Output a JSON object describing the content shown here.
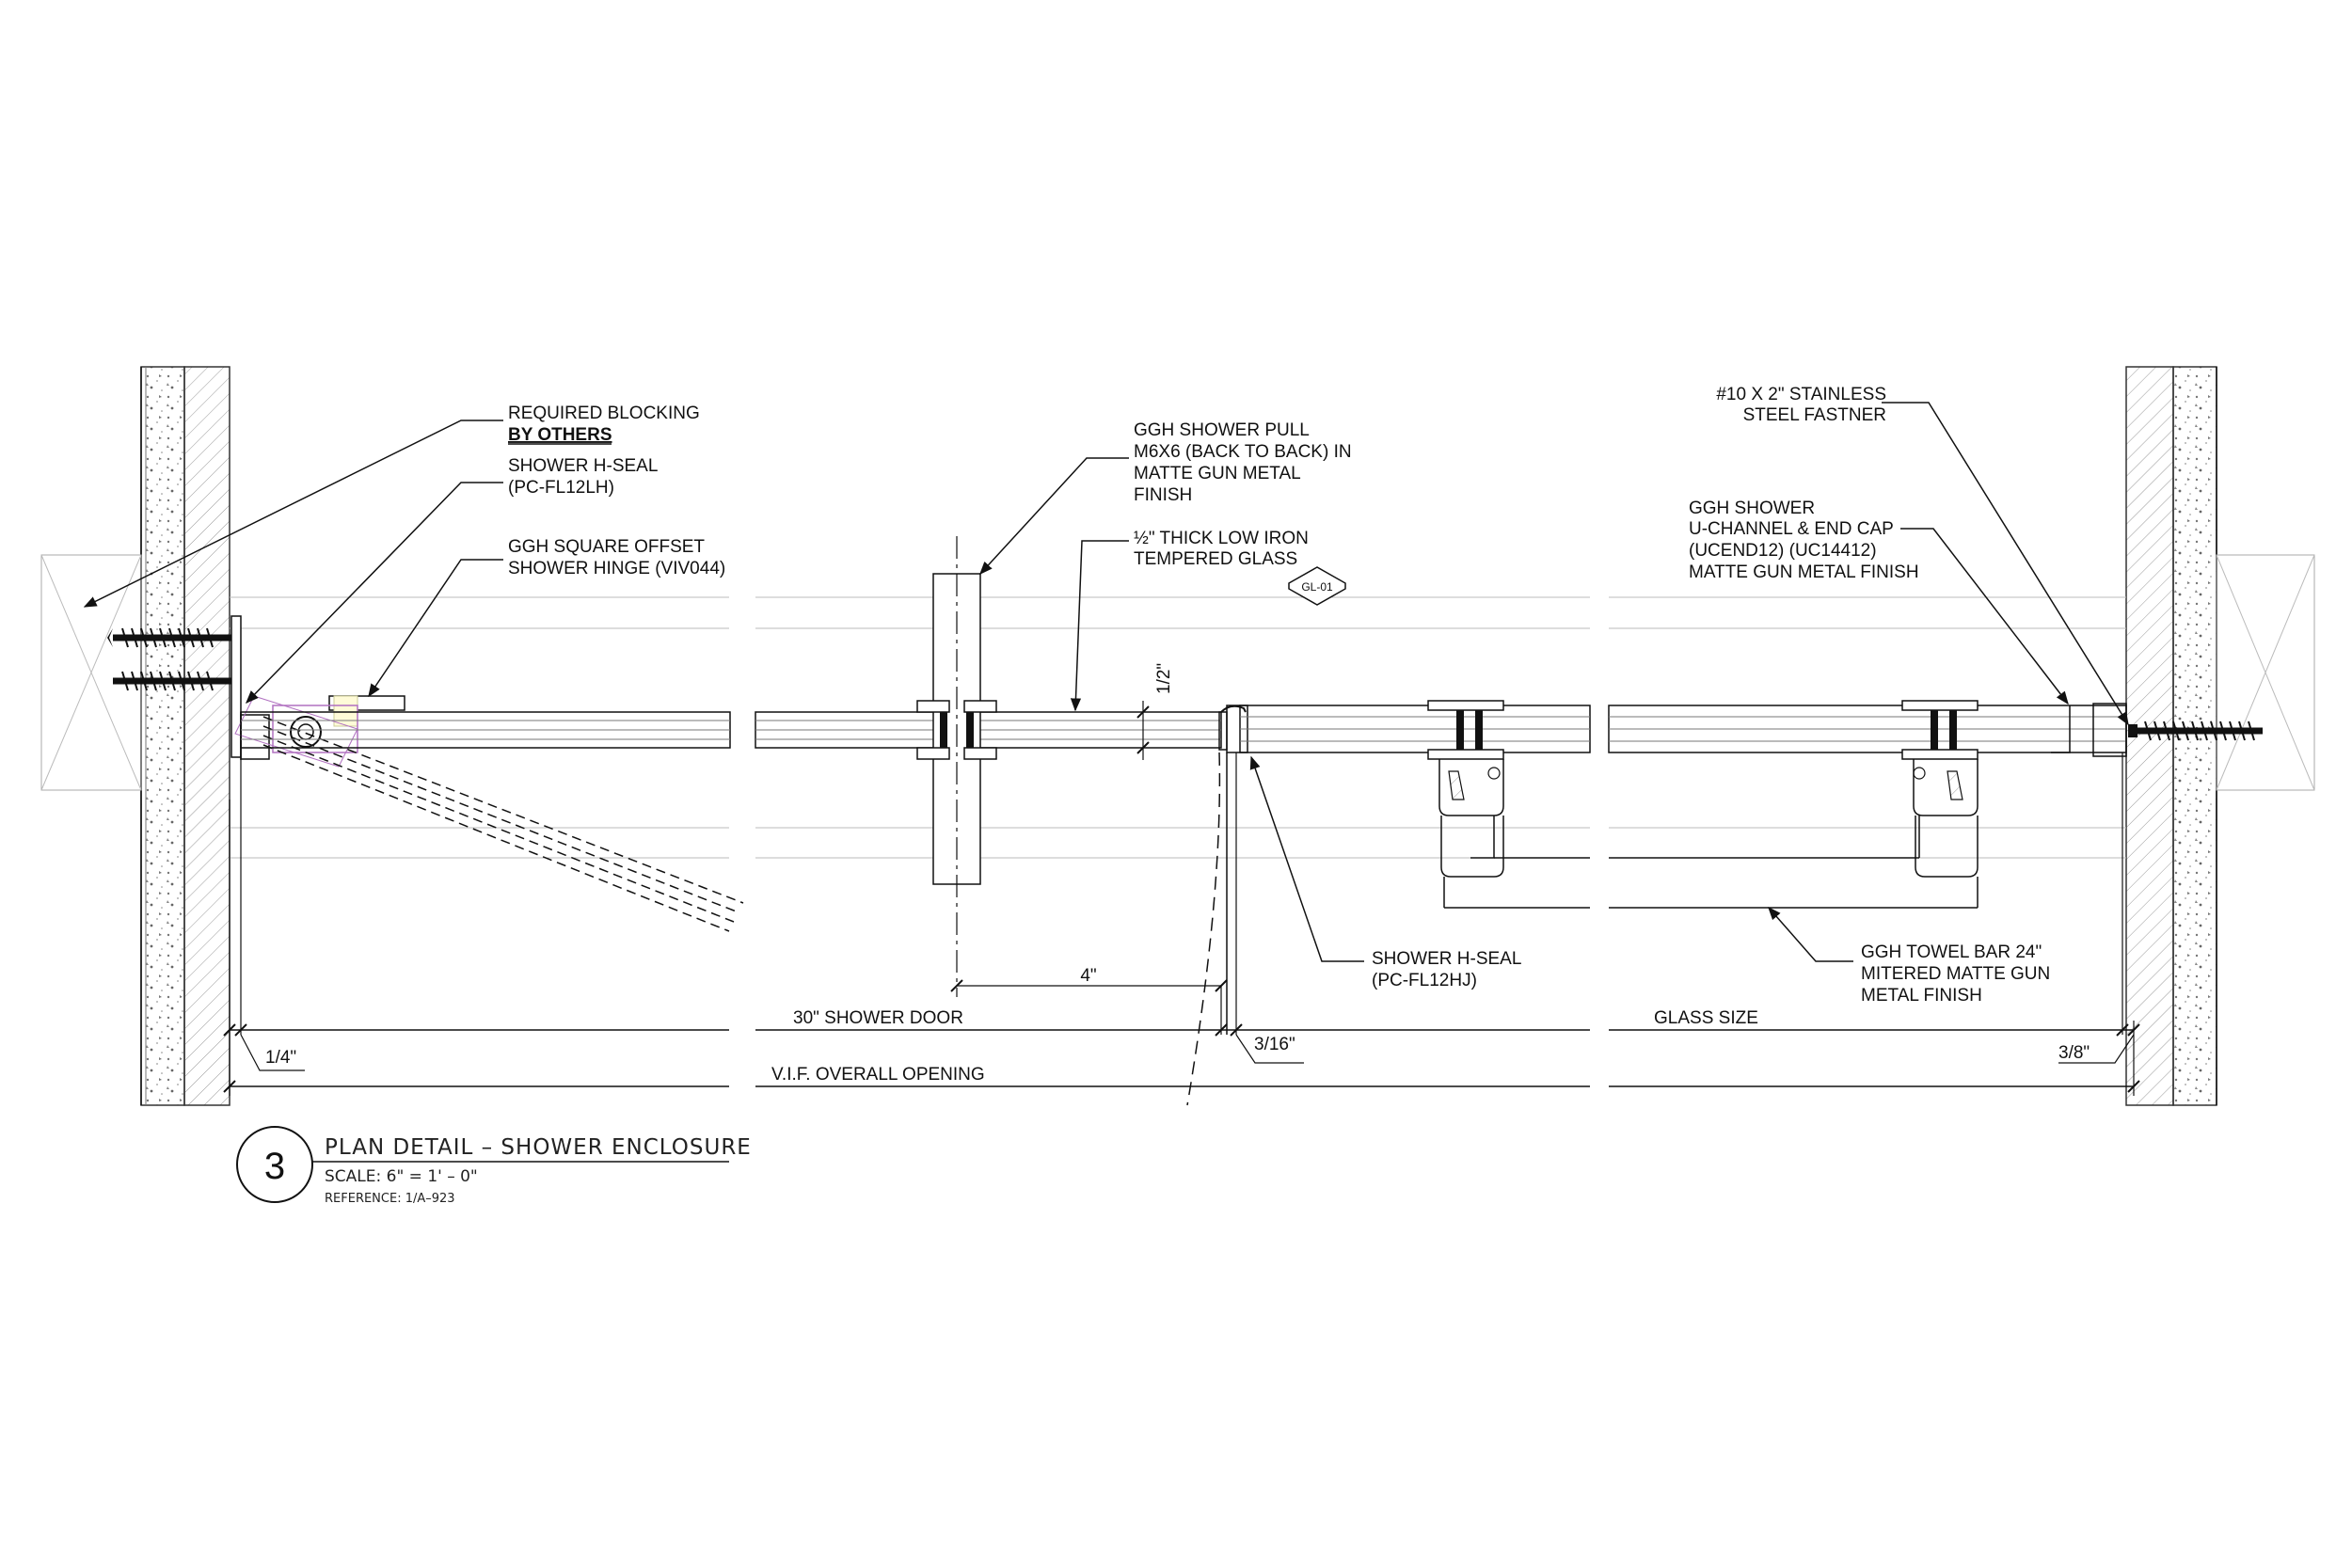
{
  "notes": {
    "required_blocking": "REQUIRED BLOCKING",
    "by_others": "BY OTHERS",
    "hseal_left_1": "SHOWER H-SEAL",
    "hseal_left_2": "(PC-FL12LH)",
    "hinge_1": "GGH SQUARE OFFSET",
    "hinge_2": "SHOWER HINGE (VIV044)",
    "pull_1": "GGH SHOWER PULL",
    "pull_2": "M6X6 (BACK TO BACK) IN",
    "pull_3": "MATTE GUN METAL",
    "pull_4": "FINISH",
    "glass_1": "½\" THICK LOW IRON",
    "glass_2": "TEMPERED GLASS",
    "glass_tag": "GL-01",
    "fastener_1": "#10 X 2\" STAINLESS",
    "fastener_2": "STEEL FASTNER",
    "uchannel_1": "GGH  SHOWER",
    "uchannel_2": "U-CHANNEL & END CAP",
    "uchannel_3": "(UCEND12) (UC14412)",
    "uchannel_4": "MATTE GUN METAL FINISH",
    "hseal_mid_1": "SHOWER H-SEAL",
    "hseal_mid_2": "(PC-FL12HJ)",
    "towel_1": "GGH TOWEL BAR 24\"",
    "towel_2": "MITERED MATTE GUN",
    "towel_3": "METAL FINISH"
  },
  "dims": {
    "half_inch": "1/2\"",
    "four_inch": "4\"",
    "shower_door": "30\" SHOWER DOOR",
    "glass_size": "GLASS SIZE",
    "quarter": "1/4\"",
    "three_sixteenths": "3/16\"",
    "three_eighths": "3/8\"",
    "overall": "V.I.F. OVERALL OPENING"
  },
  "title_block": {
    "number": "3",
    "title": "PLAN DETAIL – SHOWER ENCLOSURE",
    "scale": "SCALE: 6\" = 1' – 0\"",
    "reference": "REFERENCE: 1/A–923"
  }
}
